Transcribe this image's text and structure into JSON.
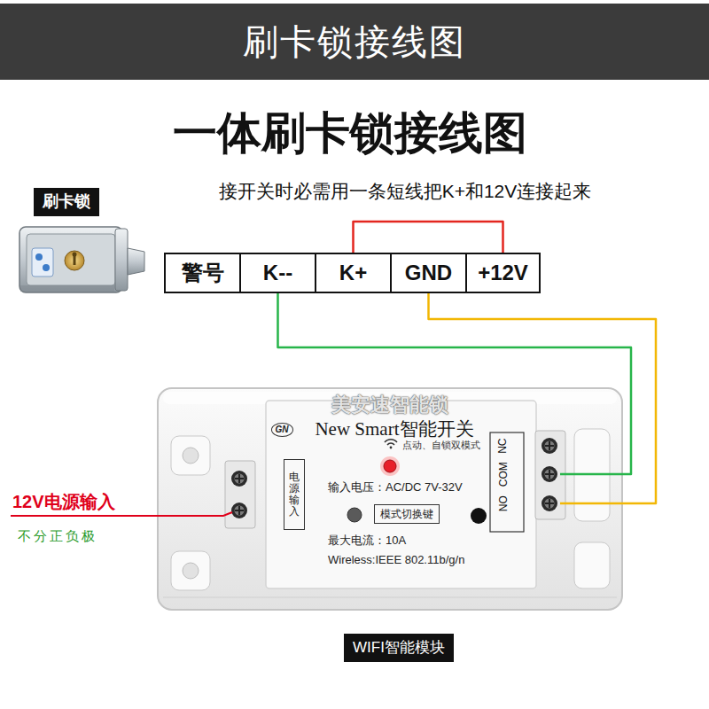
{
  "diagram": {
    "title": "刷卡锁接线图",
    "nodes": [
      {
        "text": [
          "刷卡锁"
        ]
      },
      {
        "text": [
          "警号"
        ]
      },
      {
        "text": [
          "K--"
        ]
      },
      {
        "text": [
          "K+"
        ]
      },
      {
        "text": [
          "GND"
        ]
      },
      {
        "text": [
          "+12V"
        ]
      },
      {
        "text": [
          "New Smart智能开关",
          "点动、自锁双模式",
          "输入电压：AC/DC 7V-32V",
          "最大电流：10A",
          "Wireless:IEEE 802.11b/g/n"
        ]
      },
      {
        "text": [
          "电源输入"
        ],
        "in": 6
      },
      {
        "text": [
          "模式切换键"
        ],
        "in": 6
      },
      {
        "text": [
          "NC"
        ],
        "in": 6
      },
      {
        "text": [
          "COM"
        ],
        "in": 6
      },
      {
        "text": [
          "NO"
        ],
        "in": 6
      },
      {
        "text": [
          "WIFI智能模块"
        ]
      }
    ],
    "edges": [
      {
        "from": 3,
        "to": 5,
        "arrow": "none"
      },
      {
        "from": 2,
        "to": 10,
        "arrow": "none"
      },
      {
        "from": 4,
        "to": 11,
        "arrow": "none"
      }
    ],
    "labels": [
      "一体刷卡锁接线图",
      "接开关时必需用一条短线把K+和12V连接起来",
      "美安速智能锁",
      "GN",
      "12V电源输入",
      "不分正负极"
    ]
  }
}
